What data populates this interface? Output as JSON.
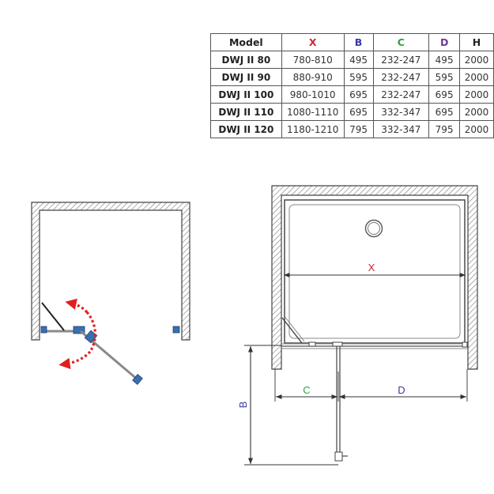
{
  "table": {
    "headers": [
      {
        "label": "Model",
        "color": "#222222"
      },
      {
        "label": "X",
        "color": "#d0262e"
      },
      {
        "label": "B",
        "color": "#3a3aa0"
      },
      {
        "label": "C",
        "color": "#2ea042"
      },
      {
        "label": "D",
        "color": "#6a3a9a"
      },
      {
        "label": "H",
        "color": "#222222"
      }
    ],
    "rows": [
      [
        "DWJ II 80",
        "780-810",
        "495",
        "232-247",
        "495",
        "2000"
      ],
      [
        "DWJ II 90",
        "880-910",
        "595",
        "232-247",
        "595",
        "2000"
      ],
      [
        "DWJ II 100",
        "980-1010",
        "695",
        "232-247",
        "695",
        "2000"
      ],
      [
        "DWJ II 110",
        "1080-1110",
        "695",
        "332-347",
        "695",
        "2000"
      ],
      [
        "DWJ II 120",
        "1180-1210",
        "795",
        "332-347",
        "795",
        "2000"
      ]
    ]
  },
  "diagram": {
    "label_x": "X",
    "label_b": "B",
    "label_c": "C",
    "label_d": "D",
    "colors": {
      "x": "#d0262e",
      "b": "#3a3aa0",
      "c": "#2ea042",
      "d": "#3a3aa0",
      "swing_arrow": "#e02020",
      "hinge": "#3b6fb0"
    }
  }
}
